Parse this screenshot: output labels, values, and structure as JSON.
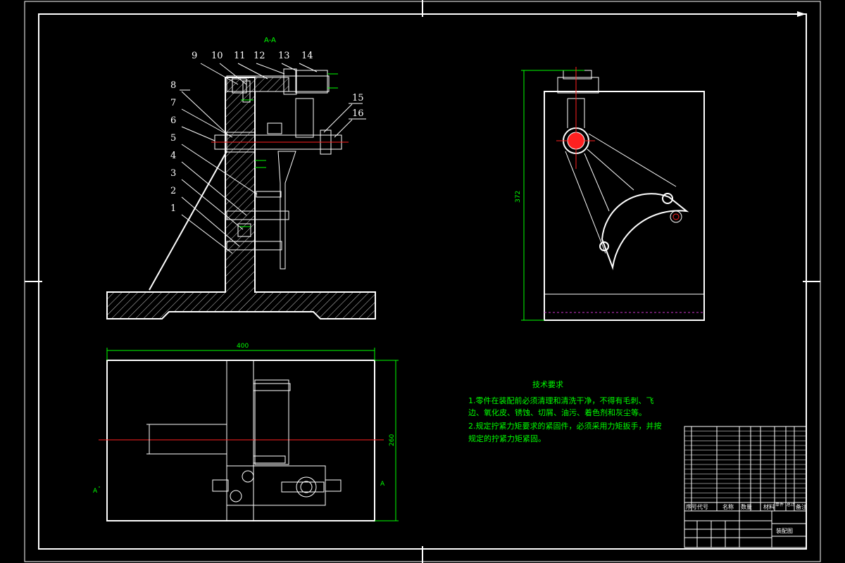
{
  "section_label": "A-A",
  "part_numbers": [
    "1",
    "2",
    "3",
    "4",
    "5",
    "6",
    "7",
    "8",
    "9",
    "10",
    "11",
    "12",
    "13",
    "14",
    "15",
    "16"
  ],
  "dimensions": {
    "width_400": "400",
    "height_260": "260",
    "height_372": "372"
  },
  "tech_requirements": {
    "title": "技术要求",
    "line1": "1.零件在装配前必须清理和清洗干净，不得有毛刺、飞",
    "line2": "边、氧化皮、锈蚀、切屑、油污、着色剂和灰尘等。",
    "line3": "2.规定拧紧力矩要求的紧固件，必须采用力矩扳手，并按",
    "line4": "规定的拧紧力矩紧固。"
  },
  "title_block": {
    "drawing_name": "装配图",
    "header_cols": [
      "序号",
      "代号",
      "名称",
      "数量",
      "材料",
      "单件",
      "总计",
      "备注"
    ]
  },
  "colors": {
    "background": "#000000",
    "outline": "#ffffff",
    "centerline": "#ff2020",
    "dimension": "#00ff00",
    "hidden": "#cc33cc"
  }
}
